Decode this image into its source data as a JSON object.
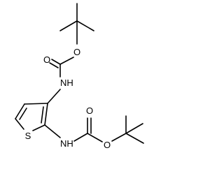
{
  "molecule": {
    "atom_labels": {
      "o_ether_top": "O",
      "o_carbonyl_top": "O",
      "nh_top": "NH",
      "nh_bottom": "NH",
      "s_ring": "S",
      "o_carbonyl_bottom": "O",
      "o_ether_bottom": "O"
    },
    "colors": {
      "bond": "#000000",
      "label": "#000000",
      "background": "#ffffff"
    }
  }
}
